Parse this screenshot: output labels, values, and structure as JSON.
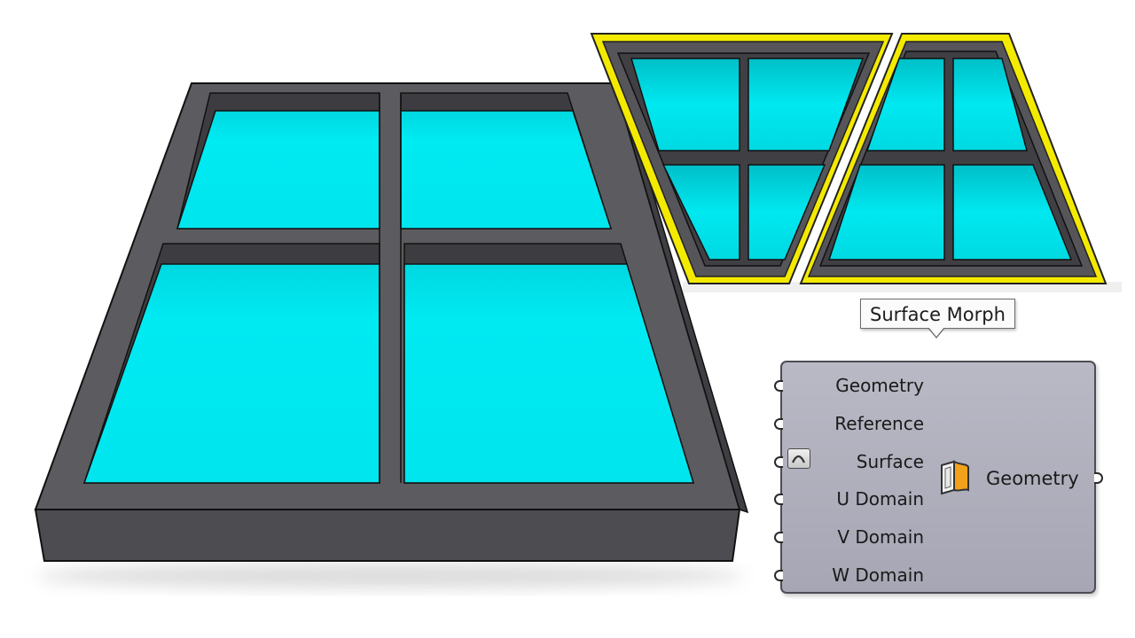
{
  "tooltip": {
    "text": "Surface Morph"
  },
  "component": {
    "inputs": [
      {
        "label": "Geometry"
      },
      {
        "label": "Reference"
      },
      {
        "label": "Surface"
      },
      {
        "label": "U Domain"
      },
      {
        "label": "V Domain"
      },
      {
        "label": "W Domain"
      }
    ],
    "output": {
      "label": "Geometry"
    },
    "icon": "surface-morph-icon",
    "reparameterize_icon": "reparameterize-icon"
  },
  "colors": {
    "glass": "#00e6ee",
    "frame": "#5a5a5e",
    "highlight": "#f4ea00",
    "component_body": "#adadba"
  }
}
